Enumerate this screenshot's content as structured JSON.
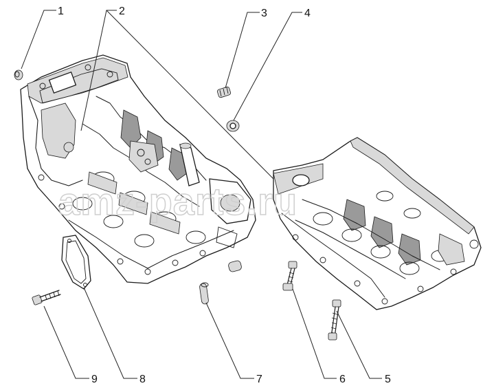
{
  "watermark": "amz-parts.ru",
  "callouts": [
    {
      "id": "1",
      "label": "1"
    },
    {
      "id": "2",
      "label": "2"
    },
    {
      "id": "3",
      "label": "3"
    },
    {
      "id": "4",
      "label": "4"
    },
    {
      "id": "5",
      "label": "5"
    },
    {
      "id": "6",
      "label": "6"
    },
    {
      "id": "7",
      "label": "7"
    },
    {
      "id": "8",
      "label": "8"
    },
    {
      "id": "9",
      "label": "9"
    }
  ]
}
